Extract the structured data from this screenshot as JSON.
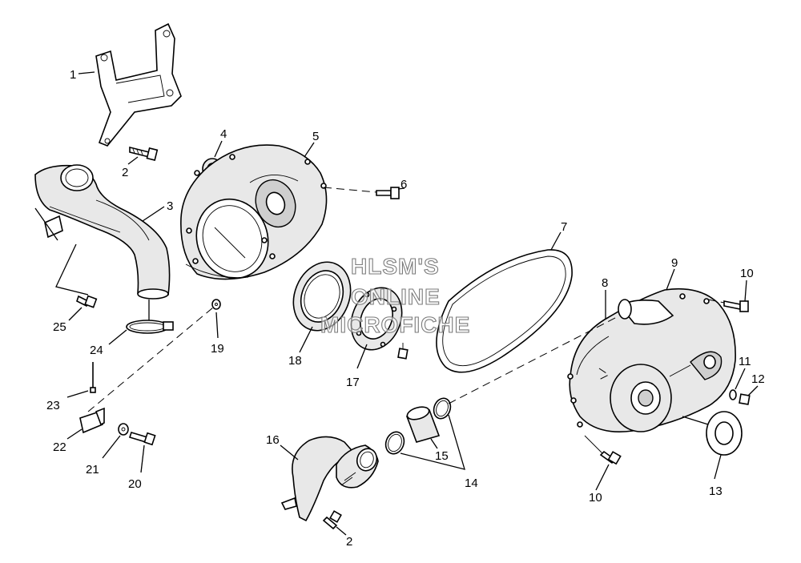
{
  "watermark": {
    "line1": "HLSM'S",
    "line2": "ONLINE",
    "line3": "MICROFICHE"
  },
  "callouts": {
    "c1": "1",
    "c2a": "2",
    "c2b": "2",
    "c3": "3",
    "c4": "4",
    "c5": "5",
    "c6": "6",
    "c7": "7",
    "c8": "8",
    "c9": "9",
    "c10a": "10",
    "c10b": "10",
    "c11": "11",
    "c12": "12",
    "c13": "13",
    "c14": "14",
    "c15": "15",
    "c16": "16",
    "c17": "17",
    "c18": "18",
    "c19": "19",
    "c20": "20",
    "c21": "21",
    "c22": "22",
    "c23": "23",
    "c24": "24",
    "c25": "25"
  }
}
